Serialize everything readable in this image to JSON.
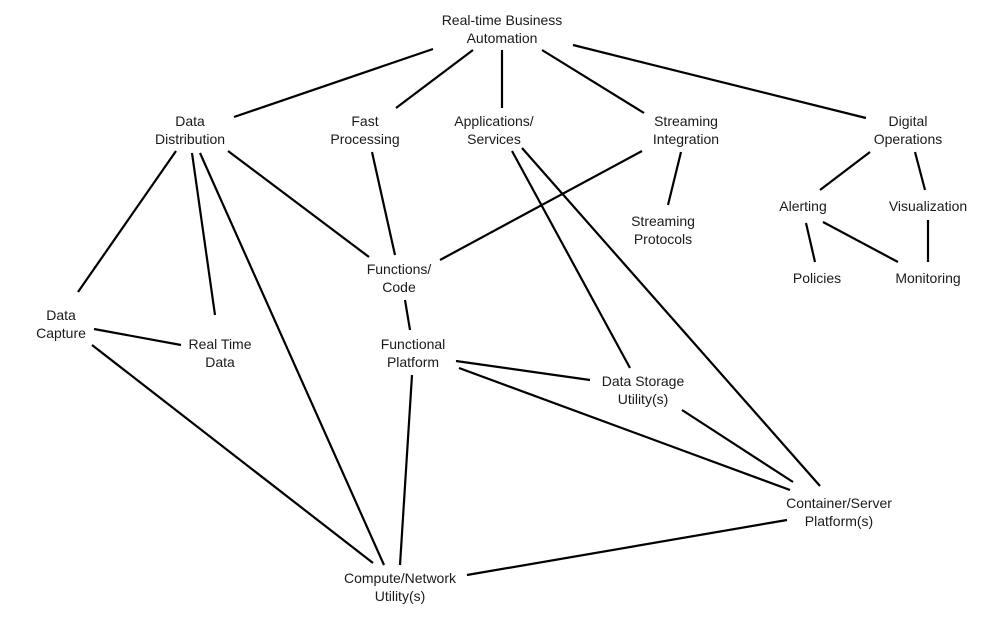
{
  "diagram": {
    "nodes": [
      {
        "id": "rtba",
        "lines": [
          "Real-time Business",
          "Automation"
        ]
      },
      {
        "id": "data-distribution",
        "lines": [
          "Data",
          "Distribution"
        ]
      },
      {
        "id": "fast-processing",
        "lines": [
          "Fast",
          "Processing"
        ]
      },
      {
        "id": "applications-services",
        "lines": [
          "Applications/",
          "Services"
        ]
      },
      {
        "id": "streaming-integration",
        "lines": [
          "Streaming",
          "Integration"
        ]
      },
      {
        "id": "digital-operations",
        "lines": [
          "Digital",
          "Operations"
        ]
      },
      {
        "id": "streaming-protocols",
        "lines": [
          "Streaming",
          "Protocols"
        ]
      },
      {
        "id": "alerting",
        "lines": [
          "Alerting"
        ]
      },
      {
        "id": "visualization",
        "lines": [
          "Visualization"
        ]
      },
      {
        "id": "policies",
        "lines": [
          "Policies"
        ]
      },
      {
        "id": "monitoring",
        "lines": [
          "Monitoring"
        ]
      },
      {
        "id": "functions-code",
        "lines": [
          "Functions/",
          "Code"
        ]
      },
      {
        "id": "data-capture",
        "lines": [
          "Data",
          "Capture"
        ]
      },
      {
        "id": "real-time-data",
        "lines": [
          "Real Time",
          "Data"
        ]
      },
      {
        "id": "functional-platform",
        "lines": [
          "Functional",
          "Platform"
        ]
      },
      {
        "id": "data-storage",
        "lines": [
          "Data Storage",
          "Utility(s)"
        ]
      },
      {
        "id": "container-server",
        "lines": [
          "Container/Server",
          "Platform(s)"
        ]
      },
      {
        "id": "compute-network",
        "lines": [
          "Compute/Network",
          "Utility(s)"
        ]
      }
    ],
    "edges": [
      {
        "from": "rtba",
        "to": "data-distribution"
      },
      {
        "from": "rtba",
        "to": "fast-processing"
      },
      {
        "from": "rtba",
        "to": "applications-services"
      },
      {
        "from": "rtba",
        "to": "streaming-integration"
      },
      {
        "from": "rtba",
        "to": "digital-operations"
      },
      {
        "from": "data-distribution",
        "to": "data-capture"
      },
      {
        "from": "data-distribution",
        "to": "real-time-data"
      },
      {
        "from": "data-distribution",
        "to": "compute-network"
      },
      {
        "from": "data-distribution",
        "to": "functions-code"
      },
      {
        "from": "fast-processing",
        "to": "functions-code"
      },
      {
        "from": "streaming-integration",
        "to": "functions-code"
      },
      {
        "from": "streaming-integration",
        "to": "streaming-protocols"
      },
      {
        "from": "applications-services",
        "to": "data-storage"
      },
      {
        "from": "applications-services",
        "to": "container-server"
      },
      {
        "from": "digital-operations",
        "to": "alerting"
      },
      {
        "from": "digital-operations",
        "to": "visualization"
      },
      {
        "from": "alerting",
        "to": "policies"
      },
      {
        "from": "alerting",
        "to": "monitoring"
      },
      {
        "from": "visualization",
        "to": "monitoring"
      },
      {
        "from": "functions-code",
        "to": "functional-platform"
      },
      {
        "from": "data-capture",
        "to": "real-time-data"
      },
      {
        "from": "data-capture",
        "to": "compute-network"
      },
      {
        "from": "functional-platform",
        "to": "data-storage"
      },
      {
        "from": "functional-platform",
        "to": "container-server"
      },
      {
        "from": "functional-platform",
        "to": "compute-network"
      },
      {
        "from": "data-storage",
        "to": "container-server"
      },
      {
        "from": "container-server",
        "to": "compute-network"
      }
    ]
  }
}
